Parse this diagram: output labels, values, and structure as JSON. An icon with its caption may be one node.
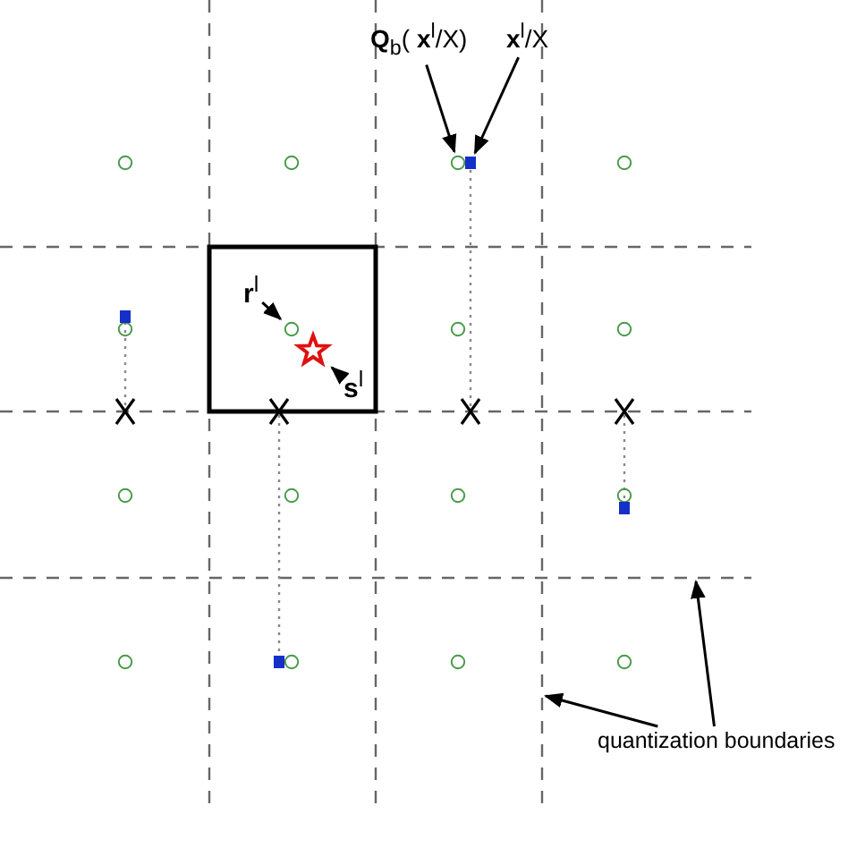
{
  "diagram": {
    "nodes": [
      {
        "text": [
          "**Q**$_{b}$( **x**$^{l}$/X)"
        ]
      },
      {
        "text": [
          "**x**$^{l}$/X"
        ]
      },
      {
        "text": [
          "**r**$^{l}$"
        ]
      },
      {
        "text": [
          "**s**$^{l}$"
        ]
      },
      {
        "text": [
          "quantization boundaries"
        ]
      },
      {
        "text": [],
        "shape": "circle"
      },
      {
        "text": [],
        "shape": "box"
      },
      {
        "text": [],
        "shape": "circle"
      },
      {
        "text": [],
        "shape": "star"
      },
      {
        "text": [],
        "shape": "line"
      },
      {
        "text": [],
        "shape": "line"
      }
    ],
    "edges": [
      {
        "from": 0,
        "to": 5,
        "arrow": "to"
      },
      {
        "from": 1,
        "to": 6,
        "arrow": "to"
      },
      {
        "from": 2,
        "to": 7,
        "arrow": "to"
      },
      {
        "from": 3,
        "to": 8,
        "arrow": "to"
      },
      {
        "from": 4,
        "to": 9,
        "arrow": "to"
      },
      {
        "from": 4,
        "to": 10,
        "arrow": "to"
      }
    ]
  }
}
